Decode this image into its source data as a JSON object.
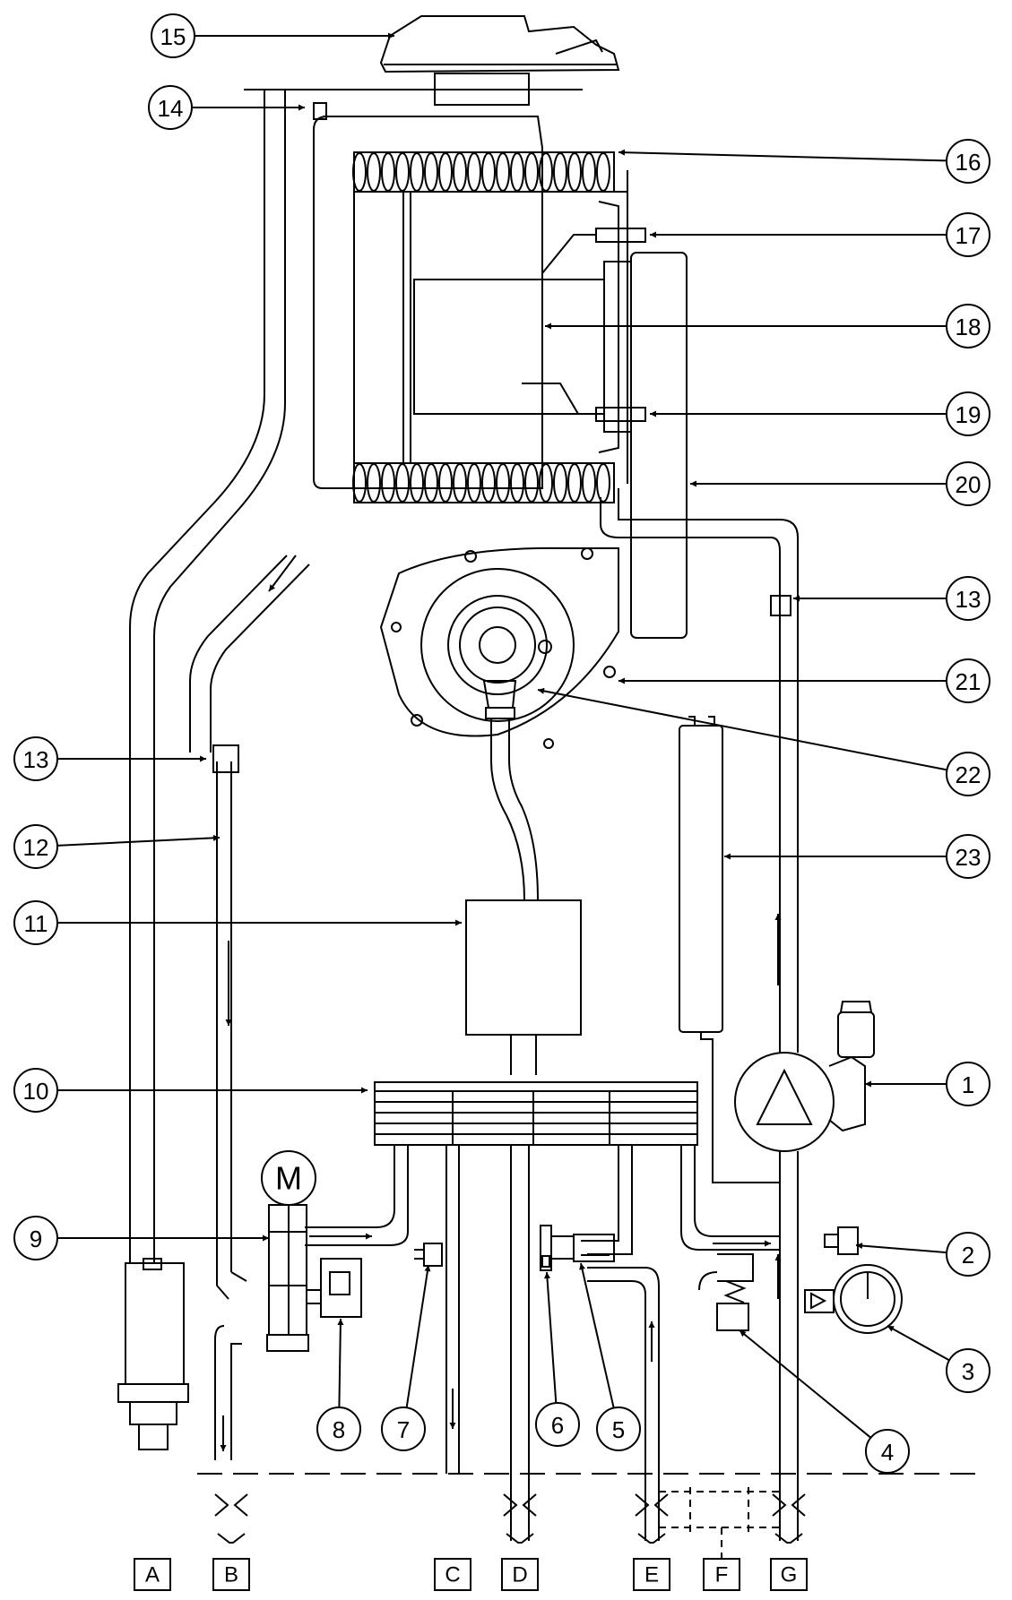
{
  "callouts": [
    {
      "id": "1",
      "text": "1"
    },
    {
      "id": "2",
      "text": "2"
    },
    {
      "id": "3",
      "text": "3"
    },
    {
      "id": "4",
      "text": "4"
    },
    {
      "id": "5",
      "text": "5"
    },
    {
      "id": "6",
      "text": "6"
    },
    {
      "id": "7",
      "text": "7"
    },
    {
      "id": "8",
      "text": "8"
    },
    {
      "id": "9",
      "text": "9"
    },
    {
      "id": "10",
      "text": "10"
    },
    {
      "id": "11",
      "text": "11"
    },
    {
      "id": "12",
      "text": "12"
    },
    {
      "id": "13a",
      "text": "13"
    },
    {
      "id": "13b",
      "text": "13"
    },
    {
      "id": "14",
      "text": "14"
    },
    {
      "id": "15",
      "text": "15"
    },
    {
      "id": "16",
      "text": "16"
    },
    {
      "id": "17",
      "text": "17"
    },
    {
      "id": "18",
      "text": "18"
    },
    {
      "id": "19",
      "text": "19"
    },
    {
      "id": "20",
      "text": "20"
    },
    {
      "id": "21",
      "text": "21"
    },
    {
      "id": "22",
      "text": "22"
    },
    {
      "id": "23",
      "text": "23"
    }
  ],
  "ports": [
    "A",
    "B",
    "C",
    "D",
    "E",
    "F",
    "G"
  ],
  "motor_label": "M"
}
